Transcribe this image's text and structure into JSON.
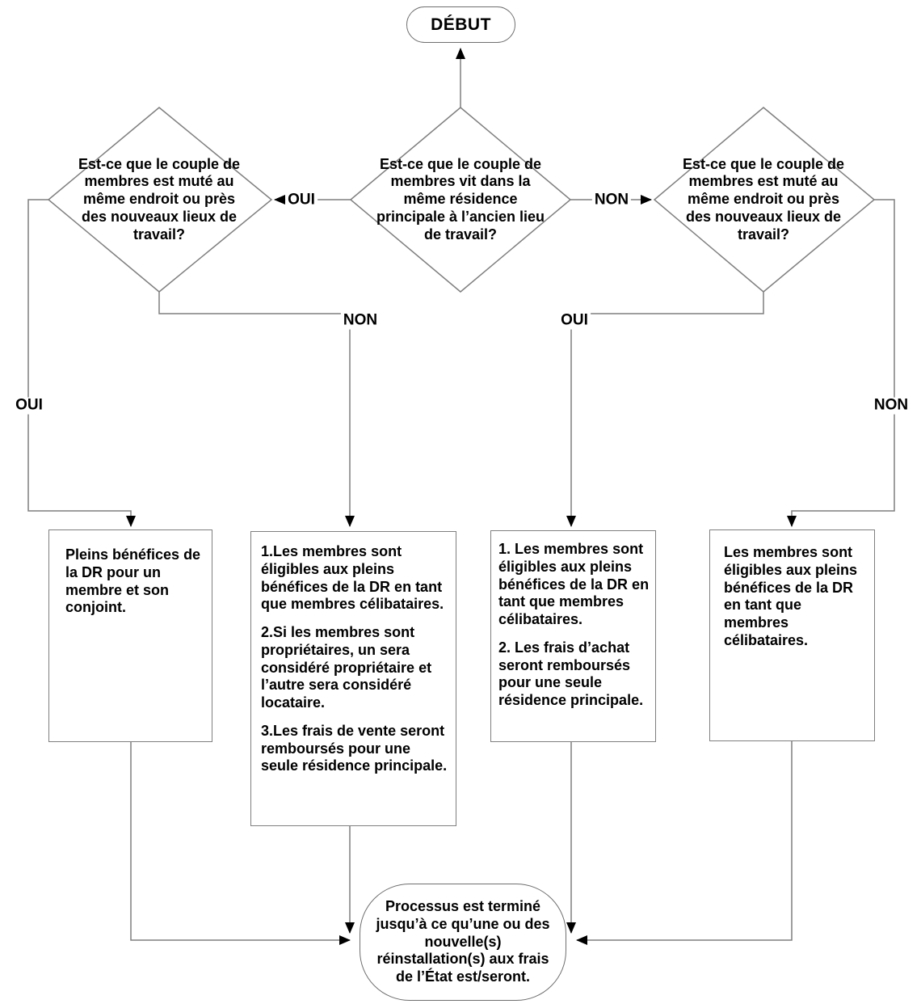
{
  "colors": {
    "line": "#7f7f7f",
    "arrow": "#000000",
    "text": "#000000",
    "background": "#ffffff"
  },
  "start": {
    "label": "DÉBUT"
  },
  "decisions": {
    "center": {
      "text": "Est-ce que le couple de membres vit dans la même résidence principale à l’ancien lieu de travail?"
    },
    "left": {
      "text": "Est-ce que le couple de membres est muté au même endroit ou près des nouveaux lieux de travail?"
    },
    "right": {
      "text": "Est-ce que le couple de membres est muté au même endroit ou près des nouveaux lieux de travail?"
    }
  },
  "edge_labels": {
    "center_to_left": "OUI",
    "center_to_right": "NON",
    "left_side_oui": "OUI",
    "left_bottom_non": "NON",
    "right_bottom_oui": "OUI",
    "right_side_non": "NON"
  },
  "results": {
    "box1": {
      "paragraphs": [
        "Pleins bénéfices de la DR pour un membre et son conjoint."
      ]
    },
    "box2": {
      "paragraphs": [
        "1.Les membres sont éligibles  aux pleins bénéfices de la DR  en tant que membres célibataires.",
        "2.Si les membres sont propriétaires, un sera considéré propriétaire et l’autre sera considéré locataire.",
        "3.Les frais de vente seront remboursés pour une seule résidence principale."
      ]
    },
    "box3": {
      "paragraphs": [
        "1. Les membres sont éligibles  aux pleins bénéfices de la DR en tant que membres célibataires.",
        "2. Les frais d’achat seront remboursés pour une seule résidence principale."
      ]
    },
    "box4": {
      "paragraphs": [
        "Les membres sont éligibles aux pleins bénéfices de la DR en tant que membres célibataires."
      ]
    }
  },
  "end": {
    "text": "Processus est terminé jusqu’à ce qu’une ou des nouvelle(s) réinstallation(s)  aux frais de l’État est/seront."
  }
}
